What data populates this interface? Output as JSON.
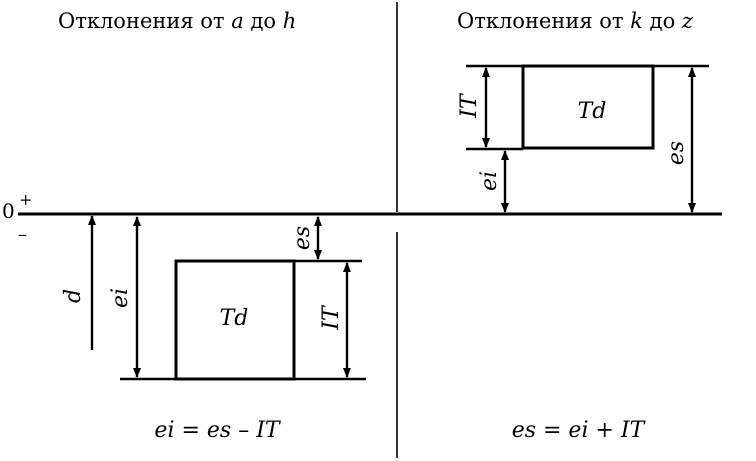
{
  "headings": {
    "left": {
      "prefix": "Отклонения от ",
      "from": "a",
      "mid": " до ",
      "to": "h"
    },
    "right": {
      "prefix": "Отклонения от ",
      "from": "k",
      "mid": " до ",
      "to": "z"
    }
  },
  "zero_line": {
    "zero": "0",
    "plus": "+",
    "minus": "–"
  },
  "left_panel": {
    "box_label": "Td",
    "dim_d": "d",
    "dim_ei": "ei",
    "dim_es": "es",
    "dim_IT": "IT",
    "formula": "ei = es – IT"
  },
  "right_panel": {
    "box_label": "Td",
    "dim_IT": "IT",
    "dim_ei": "ei",
    "dim_es": "es",
    "formula": "es = ei + IT"
  }
}
